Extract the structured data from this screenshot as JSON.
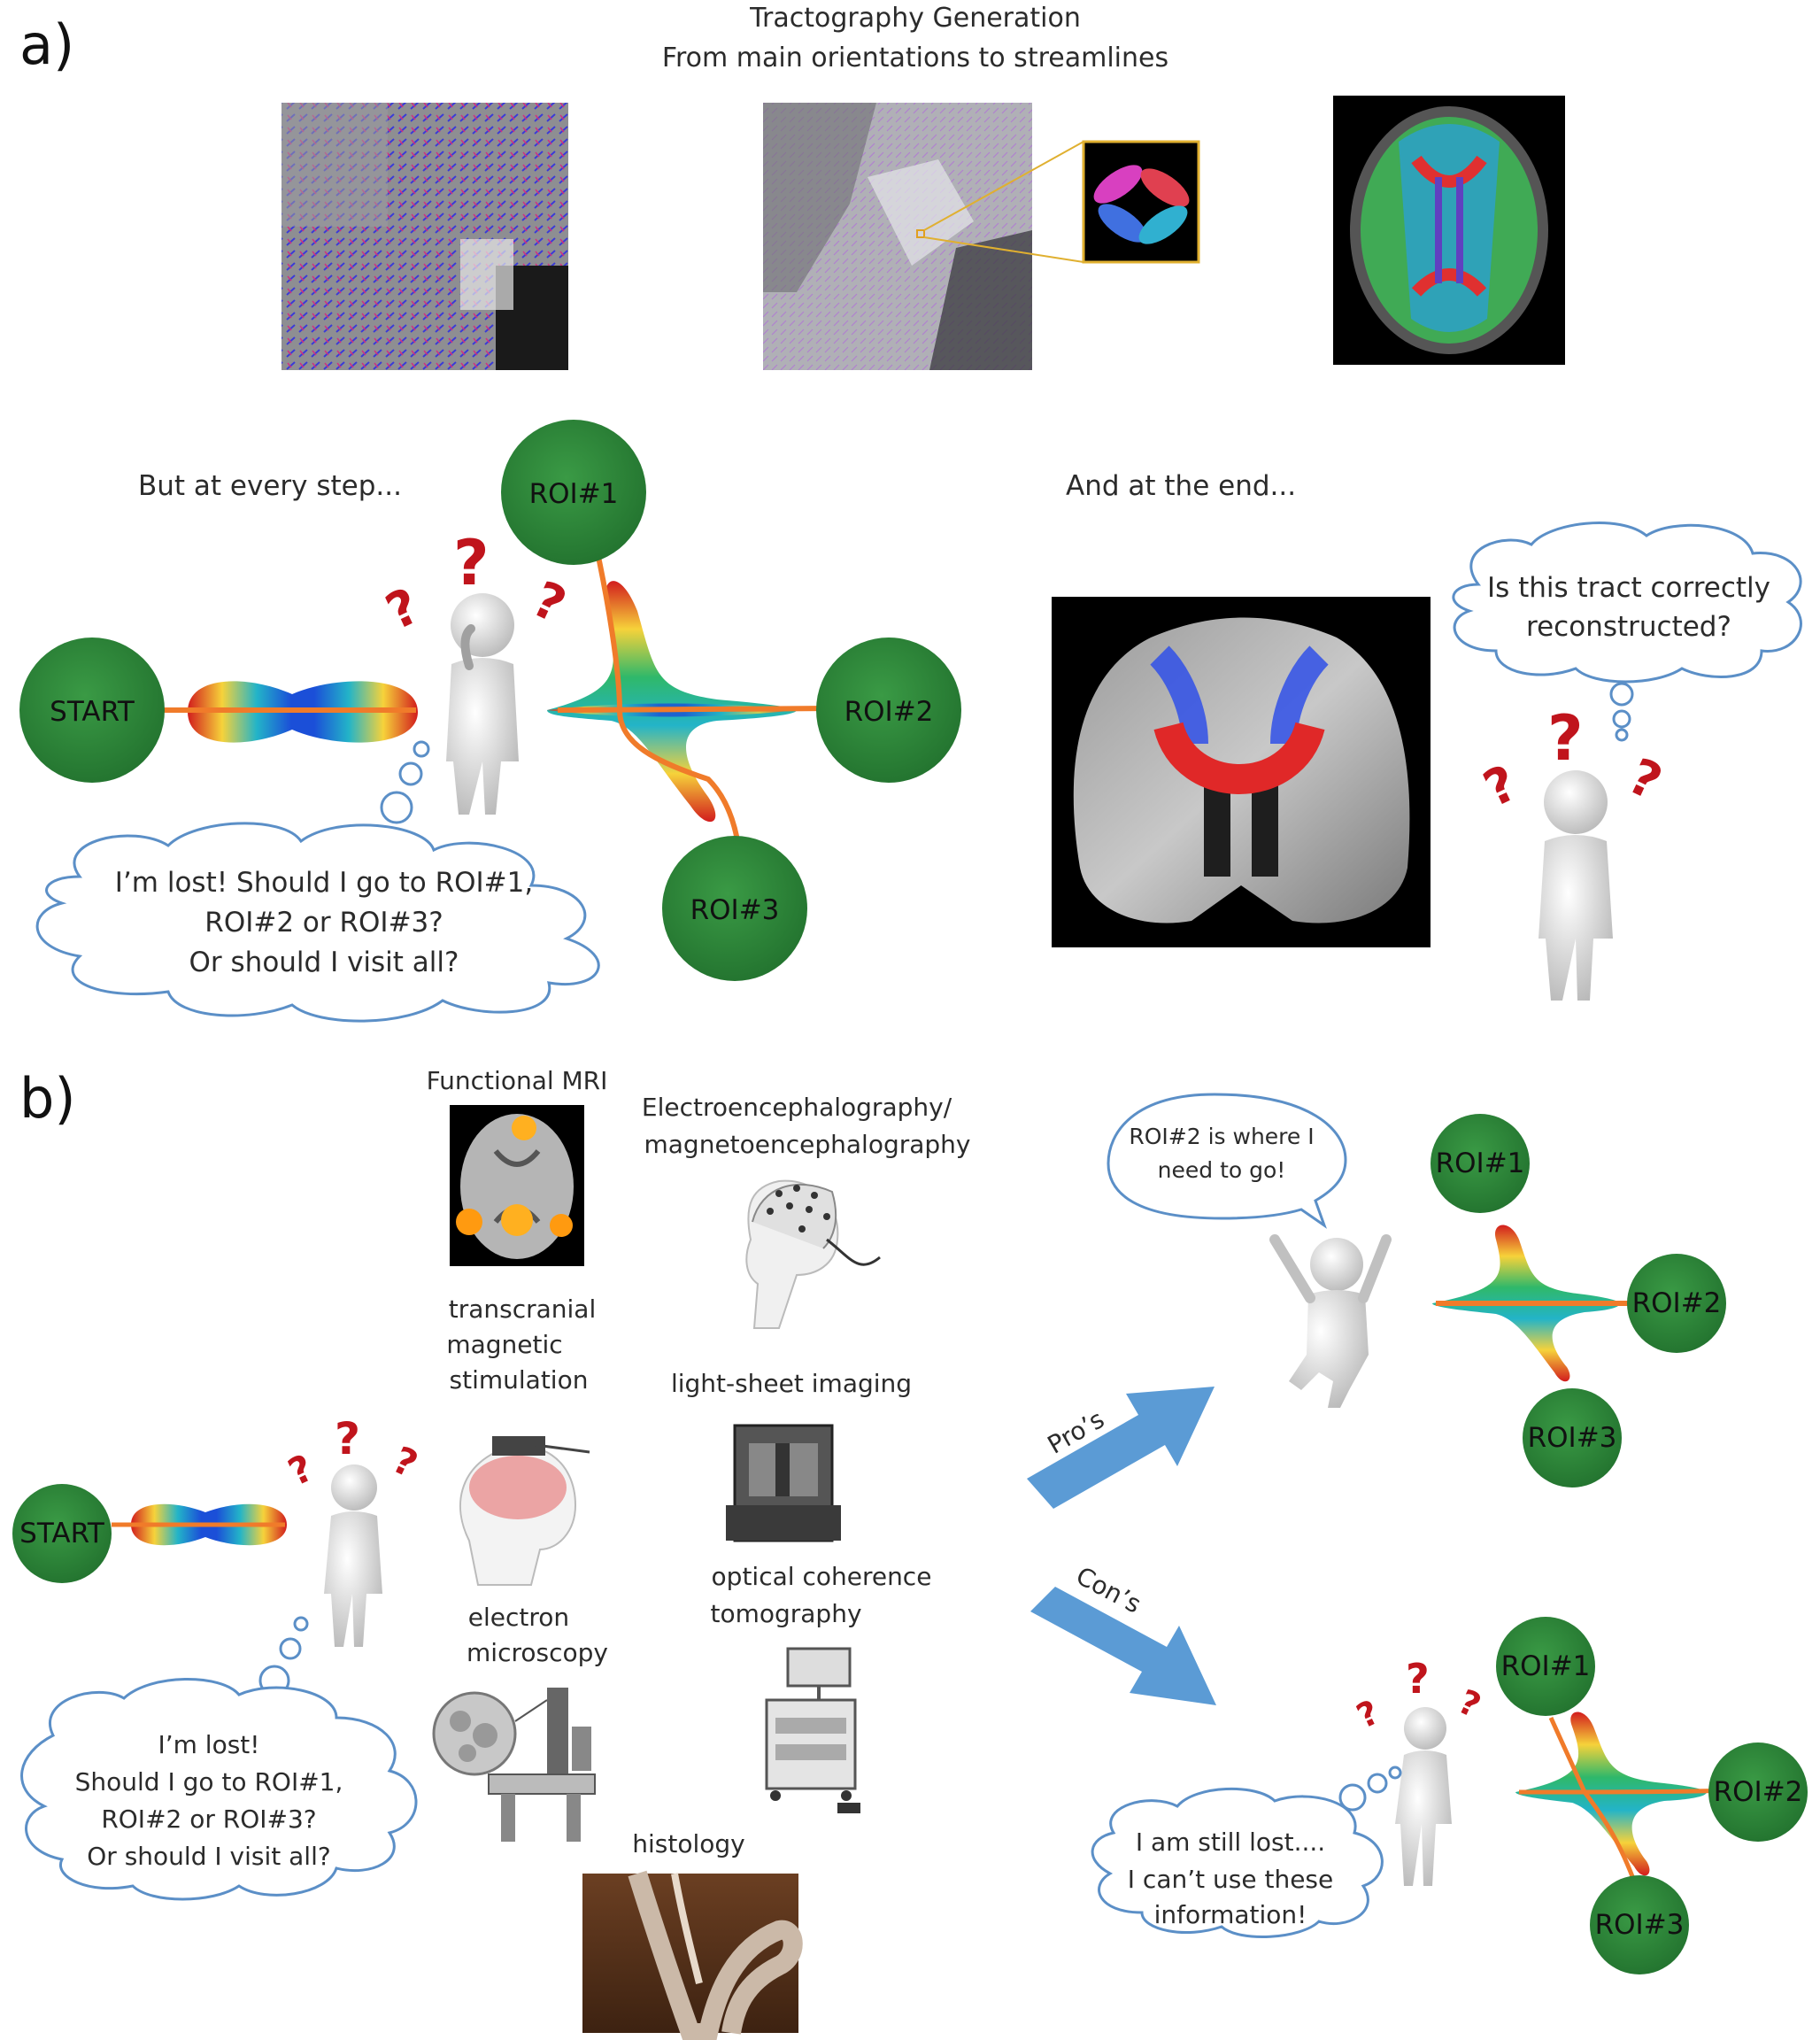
{
  "panel_a": {
    "label": "a)",
    "title_line1": "Tractography Generation",
    "title_line2": "From main orientations to streamlines",
    "every_step": "But at every step...",
    "at_end": "And at the end...",
    "start": "START",
    "roi1": "ROI#1",
    "roi2": "ROI#2",
    "roi3": "ROI#3",
    "lost_line1": "I’m lost! Should I go to ROI#1,",
    "lost_line2": "ROI#2 or ROI#3?",
    "lost_line3": "Or should I visit all?",
    "tract_line1": "Is this tract correctly",
    "tract_line2": "reconstructed?"
  },
  "panel_b": {
    "label": "b)",
    "fmri": "Functional MRI",
    "eeg_line1": "Electroencephalography/",
    "eeg_line2": "magnetoencephalography",
    "tms_line1": "transcranial",
    "tms_line2": "magnetic",
    "tms_line3": "stimulation",
    "lightsheet": "light-sheet imaging",
    "oct_line1": "optical coherence",
    "oct_line2": "tomography",
    "em_line1": "electron",
    "em_line2": "microscopy",
    "histology": "histology",
    "start": "START",
    "lost_line1": "I’m lost!",
    "lost_line2": "Should I go to ROI#1,",
    "lost_line3": "ROI#2 or ROI#3?",
    "lost_line4": "Or should I visit all?",
    "pros": "Pro’s",
    "cons": "Con’s",
    "happy_line1": "ROI#2 is where I",
    "happy_line2": "need to go!",
    "roi1": "ROI#1",
    "roi2": "ROI#2",
    "roi3": "ROI#3",
    "still_line1": "I am still lost....",
    "still_line2": "I can’t use these",
    "still_line3": "information!"
  },
  "colors": {
    "roi_green": "#2e8b3a",
    "streamline_orange": "#f07b2a",
    "arrow_blue": "#5b9bd5",
    "question_red": "#c0141c",
    "bubble_stroke": "#5b8fc7"
  }
}
